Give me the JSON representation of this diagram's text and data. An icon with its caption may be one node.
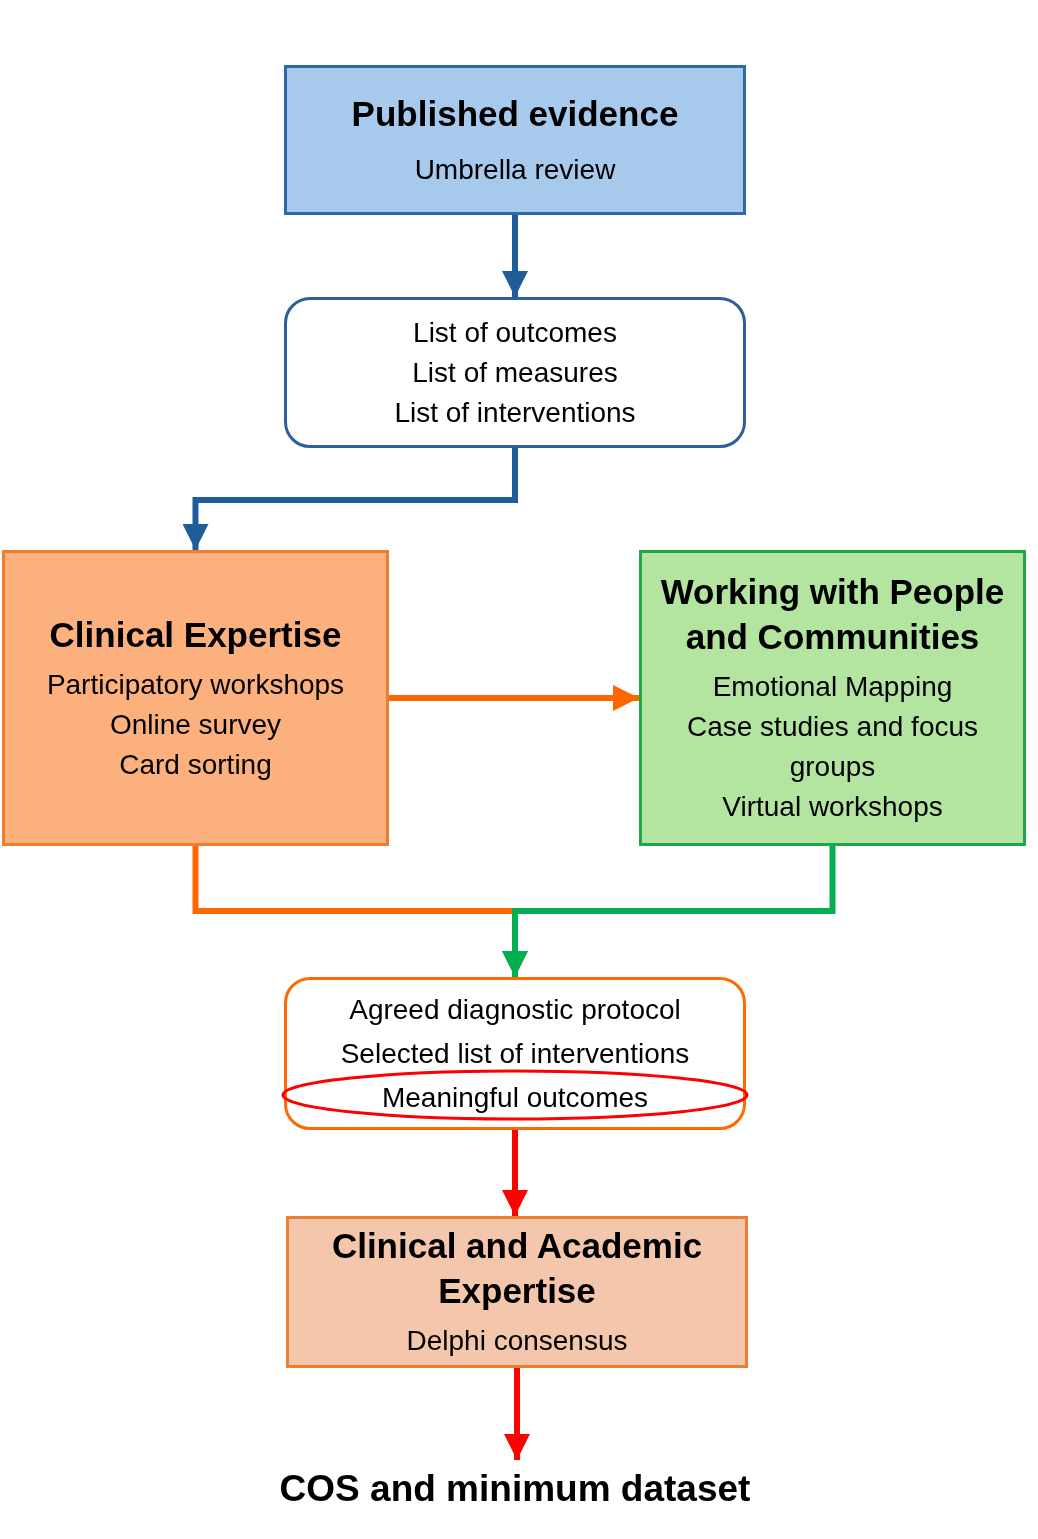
{
  "diagram": {
    "nodes": [
      {
        "text": [
          "Published evidence",
          "Umbrella review"
        ]
      },
      {
        "text": [
          "List of outcomes",
          "List of measures",
          "List of interventions"
        ]
      },
      {
        "text": [
          "Clinical Expertise",
          "Participatory workshops",
          "Online survey",
          "Card sorting"
        ]
      },
      {
        "text": [
          "Working with People and Communities",
          "Emotional Mapping",
          "Case studies and focus groups",
          "Virtual workshops"
        ]
      },
      {
        "text": [
          "Agreed diagnostic protocol",
          "Selected list of interventions",
          "Meaningful outcomes"
        ]
      },
      {
        "text": [
          "Clinical and Academic Expertise",
          "Delphi consensus"
        ]
      },
      {
        "text": [
          "COS and minimum dataset"
        ]
      }
    ],
    "edges": [
      {
        "from": 0,
        "to": 1,
        "arrow": "to",
        "color": "#1f5c99"
      },
      {
        "from": 1,
        "to": 2,
        "arrow": "to",
        "color": "#1f5c99"
      },
      {
        "from": 2,
        "to": 3,
        "arrow": "to",
        "color": "#ff6600"
      },
      {
        "from": 2,
        "to": 4,
        "arrow": "to",
        "color": "#ff6600"
      },
      {
        "from": 3,
        "to": 4,
        "arrow": "to",
        "color": "#00b050"
      },
      {
        "from": 4,
        "to": 5,
        "arrow": "to",
        "color": "#ff0000"
      },
      {
        "from": 5,
        "to": 6,
        "arrow": "to",
        "color": "#ff0000"
      }
    ]
  }
}
